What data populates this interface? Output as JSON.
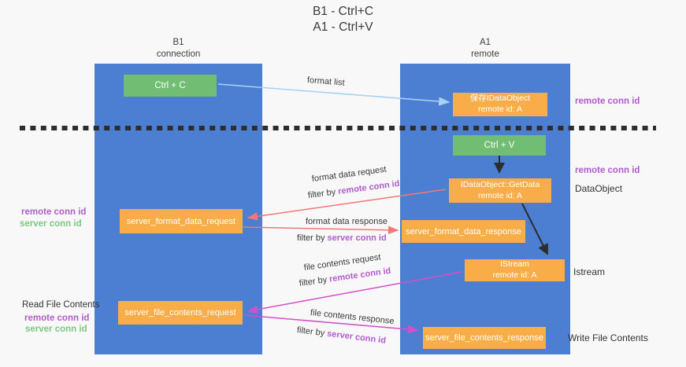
{
  "title": {
    "line1": "B1 - Ctrl+C",
    "line2": "A1 - Ctrl+V"
  },
  "lanes": {
    "left": {
      "title": "B1",
      "subtitle": "connection"
    },
    "right": {
      "title": "A1",
      "subtitle": "remote"
    }
  },
  "nodes": {
    "ctrl_c": {
      "label": "Ctrl + C"
    },
    "ctrl_v": {
      "label": "Ctrl + V"
    },
    "save_dataobject": {
      "line1": "保存IDataObject",
      "line2": "remote id: A"
    },
    "getdata": {
      "line1": "IDataObject::GetData",
      "line2": "remote id: A"
    },
    "istream": {
      "line1": "IStream",
      "line2": "remote id: A"
    },
    "format_request": {
      "label": "server_format_data_request"
    },
    "format_response": {
      "label": "server_format_data_response"
    },
    "file_request": {
      "label": "server_file_contents_request"
    },
    "file_response": {
      "label": "server_file_contents_response"
    }
  },
  "edges": {
    "format_list": {
      "label": "format list"
    },
    "format_data_request": {
      "label": "format data request",
      "filter_prefix": "filter by ",
      "filter_key": "remote conn id"
    },
    "format_data_response": {
      "label": "format data response",
      "filter_prefix": "filter by ",
      "filter_key": "server conn id"
    },
    "file_contents_request": {
      "label": "file contents request",
      "filter_prefix": "filter by ",
      "filter_key": "remote conn id"
    },
    "file_contents_response": {
      "label": "file contents response",
      "filter_prefix": "filter by ",
      "filter_key": "server conn id"
    }
  },
  "annotations": {
    "right_remote_conn_id_1": "remote conn id",
    "right_remote_conn_id_2": "remote conn id",
    "dataobject": "DataObject",
    "istream": "Istream",
    "write_file_contents": "Write File Contents",
    "left_remote_conn_id_1": "remote conn id",
    "left_server_conn_id_1": "server conn id",
    "read_file_contents": "Read File Contents",
    "left_remote_conn_id_2": "remote conn id",
    "left_server_conn_id_2": "server conn id"
  },
  "colors": {
    "lane_blue": "#4c7ed2",
    "node_green": "#70bd73",
    "node_orange": "#f9ad49",
    "text_purple": "#b35bce",
    "text_green": "#7cc87f",
    "arrow_red": "#f07878",
    "arrow_magenta": "#d44fc8",
    "arrow_light_blue": "#a8d2f0",
    "arrow_black": "#2d2d2d"
  }
}
